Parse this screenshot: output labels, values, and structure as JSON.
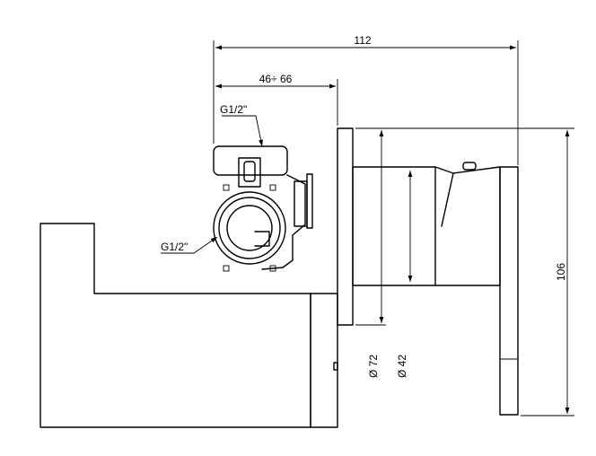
{
  "dimensions": {
    "overall_width": "112",
    "mount_depth_range": "46÷ 66",
    "height": "106",
    "diameter_72": "Ø 72",
    "diameter_42": "Ø 42"
  },
  "connections": {
    "top_inlet": "G1/2\"",
    "side_inlet": "G1/2\""
  },
  "colors": {
    "stroke": "#000000",
    "background": "#ffffff"
  }
}
